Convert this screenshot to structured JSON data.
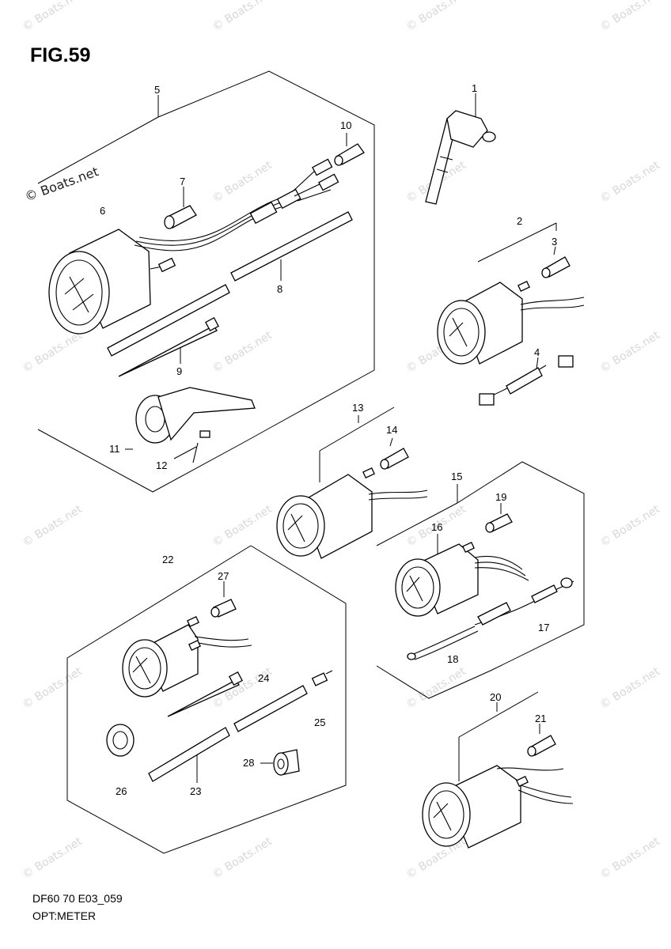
{
  "figure": {
    "title": "FIG.59",
    "diagram_code": "DF60 70 E03_059",
    "diagram_name": "OPT:METER"
  },
  "watermark": {
    "text": "© Boats.net",
    "corner_text": "© Boats.net"
  },
  "callouts": [
    "1",
    "2",
    "3",
    "4",
    "5",
    "6",
    "7",
    "8",
    "9",
    "10",
    "11",
    "12",
    "13",
    "14",
    "15",
    "16",
    "17",
    "18",
    "19",
    "20",
    "21",
    "22",
    "23",
    "24",
    "25",
    "26",
    "27",
    "28"
  ],
  "colors": {
    "line": "#000000",
    "watermark": "#d8d8d8",
    "background": "#ffffff"
  }
}
